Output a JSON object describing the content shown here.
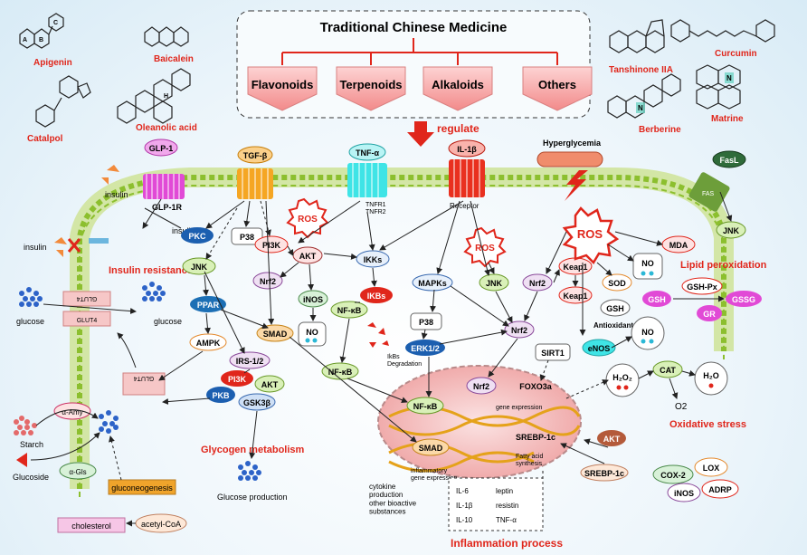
{
  "header": {
    "title": "Traditional Chinese Medicine",
    "categories": [
      "Flavonoids",
      "Terpenoids",
      "Alkaloids",
      "Others"
    ],
    "regulate": "regulate"
  },
  "compounds": {
    "apigenin": "Apigenin",
    "baicalein": "Baicalein",
    "catalpol": "Catalpol",
    "oleanolic": "Oleanolic acid",
    "tanshinone": "Tanshinone IIA",
    "curcumin": "Curcumin",
    "berberine": "Berberine",
    "matrine": "Matrine",
    "ring_a": "A",
    "ring_b": "B",
    "ring_c": "C",
    "atom_h": "H",
    "atom_n": "N"
  },
  "receptors": {
    "glp1": "GLP-1",
    "glp1r": "GLP-1R",
    "tgfb": "TGF-β",
    "tnfa": "TNF-α",
    "tnfr": "TNFR1\nTNFR2",
    "il1b": "IL-1β",
    "receptor": "Receptor",
    "hyperglycemia": "Hyperglycemia",
    "fasl": "FasL",
    "fas": "FAS"
  },
  "insulin": {
    "insulin_top": "insulin",
    "insulin_mid": "insulin",
    "insulin_left": "insulin",
    "resistance": "Insulin resistance"
  },
  "nodes": {
    "pkc": "PKC",
    "p38a": "P38",
    "jnk_left": "JNK",
    "ros_top": "ROS",
    "pi3k_top": "PI3K",
    "akt_top": "AKT",
    "nrf2_a": "Nrf2",
    "inos_mid": "iNOS",
    "ikks": "IKKs",
    "ikbs": "IKBs",
    "nfkb_a": "NF-κB",
    "ikb_deg": "IkBs\nDegradation",
    "ros_mid": "ROS",
    "mapks": "MAPKs",
    "jnk_mid": "JNK",
    "nrf2_b": "Nrf2",
    "keap1_a": "Keap1",
    "keap1_b": "Keap1",
    "nrf2_c": "Nrf2",
    "ros_big": "ROS",
    "no_a": "NO",
    "mda": "MDA",
    "sod": "SOD",
    "gshpx": "GSH-Px",
    "gsh_a": "GSH",
    "gssg": "GSSG",
    "gsh_b": "GSH",
    "gr": "GR",
    "jnk_right": "JNK",
    "antioxidants": "Antioxidants",
    "lipid": "Lipid peroxidation",
    "ppar": "PPAR",
    "smad_a": "SMAD",
    "no_b": "NO",
    "ampk": "AMPK",
    "irs": "IRS-1/2",
    "pi3k_b": "PI3K",
    "akt_b": "AKT",
    "pkb": "PKB",
    "gsk3b": "GSK3β",
    "p38b": "P38",
    "nfkb_b": "NF-κB",
    "erk": "ERK1/2",
    "sirt1": "SIRT1",
    "enos": "eNOS",
    "no_c": "NO",
    "h2o2": "H₂O₂",
    "cat": "CAT",
    "h2o": "H₂O",
    "o2": "O2",
    "oxidative": "Oxidative stress",
    "akt_c": "AKT",
    "srebp_b": "SREBP-1c",
    "cox2": "COX-2",
    "lox": "LOX",
    "inos_b": "iNOS",
    "adrp": "ADRP",
    "glycogen": "Glycogen metabolism",
    "glucose_prod": "Glucose production"
  },
  "glucose": {
    "glucose_left": "glucose",
    "glucose_right": "glucose",
    "glut4_a": "GLUT4",
    "glut4_b": "GLUT4",
    "glut4_c": "GLUT4",
    "amy": "α-Amy",
    "starch": "Starch",
    "glucoside": "Glucoside",
    "agls": "α-Gls",
    "gluconeo": "gluconeogenesis",
    "cholesterol": "cholesterol",
    "acetyl": "acetyl-CoA"
  },
  "nucleus": {
    "nfkb": "NF-κB",
    "nrf2": "Nrf2",
    "foxo3a": "FOXO3a",
    "gene_expr": "gene expression",
    "smad": "SMAD",
    "srebp": "SREBP-1c",
    "inflam_gene": "inflammatory\ngene expression",
    "fatty": "Fatty acid\nsynthesis"
  },
  "inflammation": {
    "cytokine": "cytokine\nproduction\nother bioactive\nsubstances",
    "il6": "IL-6",
    "il1b": "IL-1β",
    "il10": "IL-10",
    "leptin": "leptin",
    "resistin": "resistin",
    "tnfa": "TNF-α",
    "title": "Inflammation process"
  },
  "colors": {
    "membrane": "#9bc43a",
    "accent_red": "#e0261b",
    "nucleus": "#f3b7b7",
    "dna": "#e5a21a"
  }
}
